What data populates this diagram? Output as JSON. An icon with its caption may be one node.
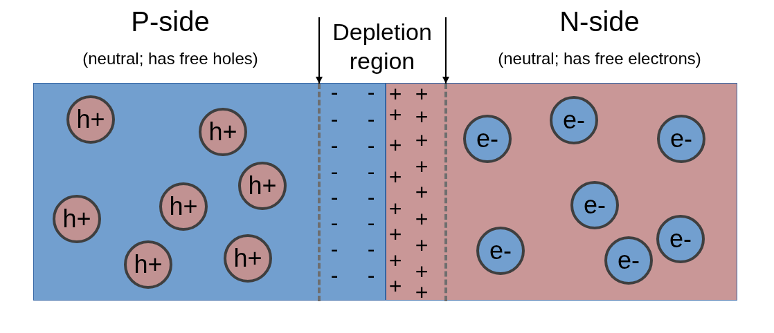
{
  "diagram": {
    "nodes": [
      {
        "text": [
          "P-side",
          "(neutral; has free holes)"
        ]
      },
      {
        "text": [
          "h+"
        ],
        "in": 0
      },
      {
        "text": [
          "h+"
        ],
        "in": 0
      },
      {
        "text": [
          "h+"
        ],
        "in": 0
      },
      {
        "text": [
          "h+"
        ],
        "in": 0
      },
      {
        "text": [
          "h+"
        ],
        "in": 0
      },
      {
        "text": [
          "h+"
        ],
        "in": 0
      },
      {
        "text": [
          "h+"
        ],
        "in": 0
      },
      {
        "text": [],
        "shape": "line",
        "in": 0
      },
      {
        "text": [
          "Depletion region"
        ]
      },
      {
        "text": [
          "N-side",
          "(neutral; has free electrons)"
        ]
      },
      {
        "text": [],
        "shape": "line",
        "in": 10
      },
      {
        "text": [
          "e-"
        ],
        "in": 10
      },
      {
        "text": [
          "e-"
        ],
        "in": 10
      },
      {
        "text": [
          "e-"
        ],
        "in": 10
      },
      {
        "text": [
          "e-"
        ],
        "in": 10
      },
      {
        "text": [
          "e-"
        ],
        "in": 10
      },
      {
        "text": [
          "e-"
        ],
        "in": 10
      },
      {
        "text": [
          "e-"
        ],
        "in": 10
      }
    ],
    "edges": [
      {
        "from": 9,
        "to": 8,
        "arrow": "to"
      },
      {
        "from": 9,
        "to": 11,
        "arrow": "to"
      }
    ],
    "labels": [
      "-",
      "-",
      "+",
      "+",
      "-",
      "-",
      "+",
      "+",
      "-",
      "-",
      "+",
      "+",
      "-",
      "-",
      "+",
      "+",
      "-",
      "-",
      "+",
      "+",
      "-",
      "-",
      "+",
      "+",
      "-",
      "-",
      "+",
      "+",
      "-",
      "-",
      "+",
      "+",
      "+"
    ]
  }
}
